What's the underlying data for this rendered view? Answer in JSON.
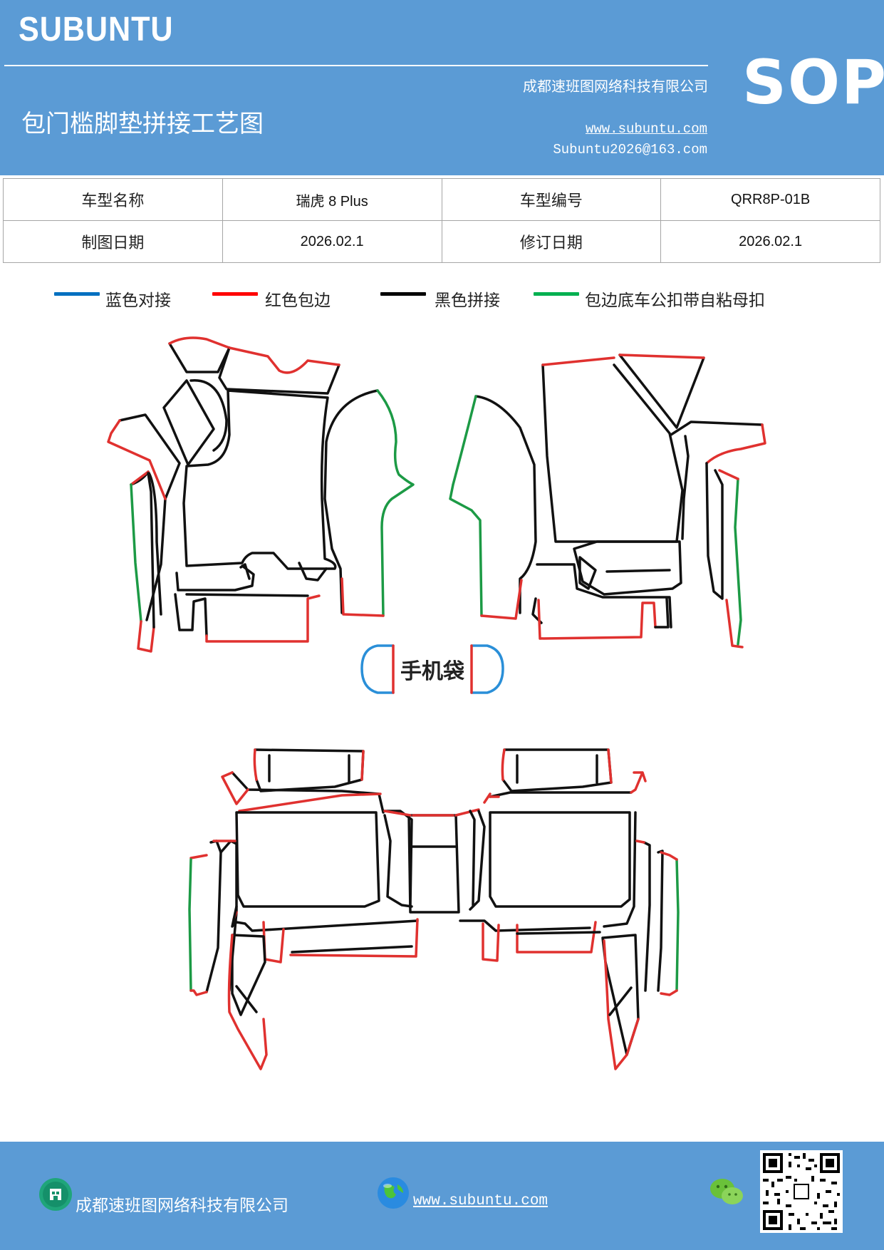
{
  "header": {
    "brand": "SUBUNTU",
    "company": "成都速班图网络科技有限公司",
    "title": "包门槛脚垫拼接工艺图",
    "website": "www.subuntu.com",
    "email": "Subuntu2026@163.com",
    "sop": "SOP"
  },
  "info": {
    "model_name_label": "车型名称",
    "model_name_value": "瑞虎 8 Plus",
    "model_code_label": "车型编号",
    "model_code_value": "QRR8P-01B",
    "draw_date_label": "制图日期",
    "draw_date_value": "2026.02.1",
    "revise_date_label": "修订日期",
    "revise_date_value": "2026.02.1"
  },
  "legend": [
    {
      "label": "蓝色对接",
      "color": "#0070c0"
    },
    {
      "label": "红色包边",
      "color": "#ff0000"
    },
    {
      "label": "黑色拼接",
      "color": "#000000"
    },
    {
      "label": "包边底车公扣带自粘母扣",
      "color": "#00b050"
    }
  ],
  "diagram": {
    "phone_bag_label": "手机袋",
    "colors": {
      "black": "#111111",
      "red": "#e0312f",
      "green": "#1c9a45",
      "blue": "#2a8fd8"
    }
  },
  "footer": {
    "company": "成都速班图网络科技有限公司",
    "website": "www.subuntu.com"
  }
}
